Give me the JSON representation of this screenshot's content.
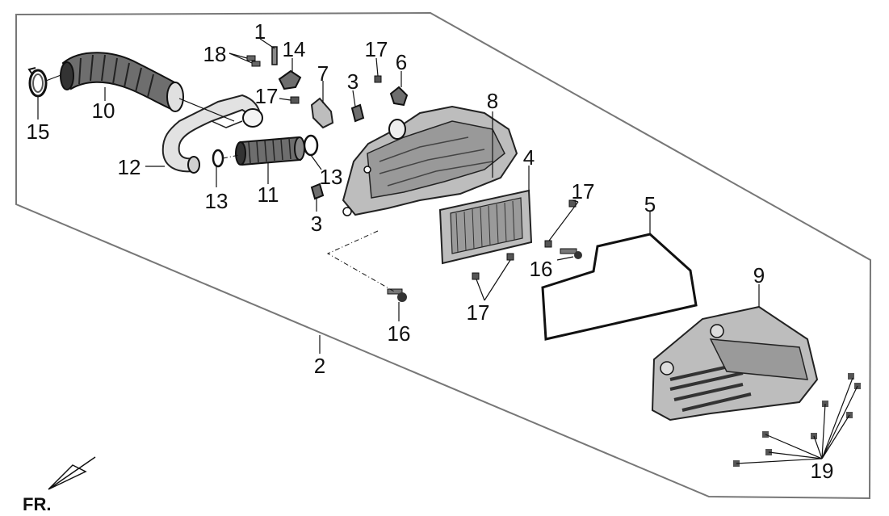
{
  "diagram": {
    "callouts": {
      "c1": "1",
      "c2": "2",
      "c3a": "3",
      "c3b": "3",
      "c4": "4",
      "c5": "5",
      "c6": "6",
      "c7": "7",
      "c8": "8",
      "c9": "9",
      "c10": "10",
      "c11": "11",
      "c12": "12",
      "c13a": "13",
      "c13b": "13",
      "c14": "14",
      "c15": "15",
      "c16a": "16",
      "c16b": "16",
      "c17a": "17",
      "c17b": "17",
      "c17c": "17",
      "c17d": "17",
      "c18": "18",
      "c19": "19"
    },
    "direction_label": "FR.",
    "colors": {
      "line": "#111111",
      "part_fill": "#bdbdbd",
      "part_dark": "#6e6e6e",
      "background": "#ffffff"
    }
  }
}
